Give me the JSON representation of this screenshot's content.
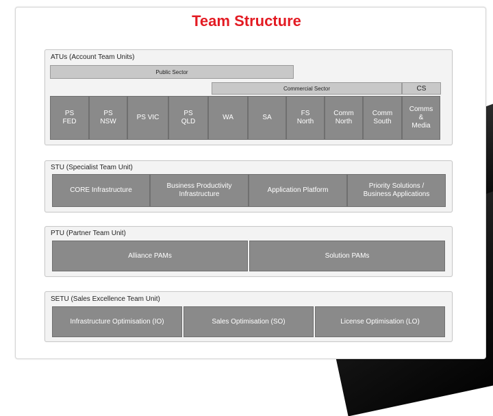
{
  "title": "Team Structure",
  "atu": {
    "label": "ATUs (Account Team Units)",
    "public_sector": "Public Sector",
    "commercial_sector": "Commercial Sector",
    "cs": "CS",
    "units": [
      "PS\nFED",
      "PS\nNSW",
      "PS VIC",
      "PS\nQLD",
      "WA",
      "SA",
      "FS\nNorth",
      "Comm\nNorth",
      "Comm\nSouth",
      "Comms\n&\nMedia"
    ]
  },
  "stu": {
    "label": "STU (Specialist Team Unit)",
    "units": [
      "CORE Infrastructure",
      "Business Productivity\nInfrastructure",
      "Application Platform",
      "Priority Solutions /\nBusiness Applications"
    ]
  },
  "ptu": {
    "label": "PTU (Partner Team Unit)",
    "units": [
      "Alliance PAMs",
      "Solution PAMs"
    ]
  },
  "setu": {
    "label": "SETU (Sales Excellence Team Unit)",
    "units": [
      "Infrastructure Optimisation (IO)",
      "Sales Optimisation (SO)",
      "License Optimisation (LO)"
    ]
  },
  "colors": {
    "title": "#e31b23",
    "unit_box": "#8a8a8a",
    "section_bg": "#f3f3f3",
    "sector_bar": "#c8c8c8"
  }
}
